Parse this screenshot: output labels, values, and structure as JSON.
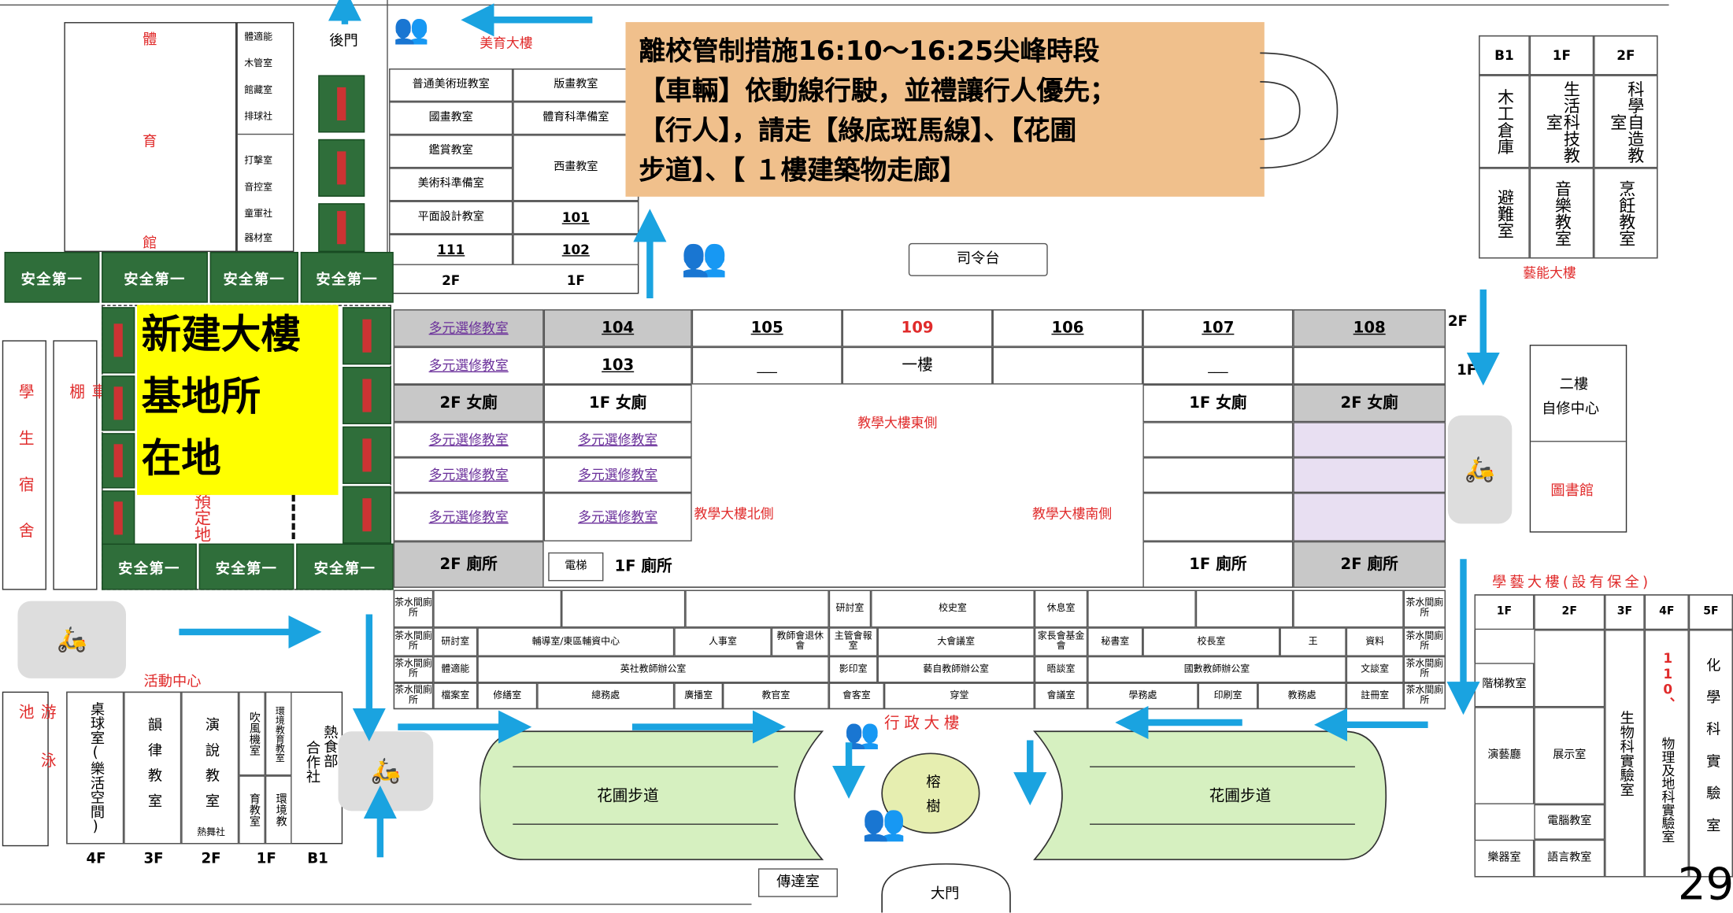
{
  "notice": {
    "line1": "離校管制措施16:10～16:25尖峰時段",
    "line2": "【車輛】依動線行駛，並禮讓行人優先；",
    "line3": "【行人】，請走【綠底斑馬線】、【花圃",
    "line4": "步道】、【 １樓建築物走廊】",
    "bg": "#f0c08c"
  },
  "gym": {
    "c1": "體",
    "c2": "育",
    "c3": "館"
  },
  "gym_rooms": [
    "體適能",
    "木管室",
    "館藏室",
    "排球社",
    "打擊室",
    "音控室",
    "童軍社",
    "器材室"
  ],
  "back_gate": "後門",
  "art_building": "美育大樓",
  "art_rooms": [
    [
      "普通美術班教室",
      "版畫教室"
    ],
    [
      "國畫教室",
      "體育科準備室"
    ],
    [
      "鑑賞教室",
      "西畫教室"
    ],
    [
      "美術科準備室",
      ""
    ],
    [
      "平面設計教室",
      "101"
    ],
    [
      "111",
      "102"
    ],
    [
      "2F",
      "1F"
    ]
  ],
  "safety": "安全第一",
  "zebra_color": "#2f6e3a",
  "new_building": {
    "l1": "新建大樓",
    "l2": "基地所",
    "l3": "在地",
    "bg": "#ffff00",
    "hidden_text": "預定地"
  },
  "dorm": "學生宿舍",
  "shed": "車棚",
  "podium": "司令台",
  "arts_building": {
    "title": "藝能大樓",
    "headers": [
      "B1",
      "1F",
      "2F"
    ],
    "col1": [
      "木工倉庫",
      "避難室"
    ],
    "col2": [
      "生活科技教室",
      "音樂教室"
    ],
    "col3": [
      "科學自造教室",
      "烹飪教室"
    ]
  },
  "teaching": {
    "row1": [
      "多元選修教室",
      "104",
      "105",
      "109",
      "106",
      "107",
      "108"
    ],
    "row2": [
      "多元選修教室",
      "103",
      "___",
      "一樓",
      "",
      "___",
      ""
    ],
    "floor2": "2F",
    "floor1": "1F",
    "wc2f": "2F 女廁",
    "wc1f": "1F 女廁",
    "elective": "多元選修教室",
    "east": "教學大樓東側",
    "north": "教學大樓北側",
    "south": "教學大樓南側",
    "toilet2": "2F 廁所",
    "toilet1": "1F 廁所",
    "elevator": "電梯"
  },
  "library": {
    "floor": "二樓",
    "study": "自修中心",
    "lib": "圖書館"
  },
  "admin": {
    "title": "行政大樓",
    "tea": "茶水間廁所",
    "row1": [
      "研討室",
      "校史室",
      "休息室"
    ],
    "row2": [
      "研討室",
      "輔導室/東區輔資中心",
      "人事室",
      "教師會退休會",
      "主管會報室",
      "大會議室",
      "家長會基金會",
      "秘書室",
      "校長室",
      "王",
      "資料"
    ],
    "row3": [
      "體適能",
      "英社教師辦公室",
      "影印室",
      "藝自教師辦公室",
      "晤談室",
      "國數教師辦公室",
      "文談室"
    ],
    "row4": [
      "檔案室",
      "修繕室",
      "總務處",
      "廣播室",
      "教官室",
      "會客室",
      "穿堂",
      "會議室",
      "學務處",
      "印刷室",
      "教務處",
      "註冊室"
    ]
  },
  "activity": {
    "title": "活動中心",
    "col4f": "桌球室(樂活空間)",
    "col3f": "韻律教室",
    "col2f": "演說教室",
    "col1f_a": "吹風機室",
    "col1f_b": "育教室",
    "colb1_a": "環境教育教室",
    "colb1_b": "環境教",
    "club": "熱舞社",
    "floors": [
      "4F",
      "3F",
      "2F",
      "1F",
      "B1"
    ]
  },
  "pool": "游泳池",
  "coop": {
    "a": "合作社",
    "b": "熱食部"
  },
  "garden": "花圃步道",
  "garden_color": "#d6f0c0",
  "banyan": "榕樹",
  "banyan_color": "#e6eeb0",
  "guard": "傳達室",
  "main_gate": "大門",
  "xueyi": {
    "title": "學藝大樓(設有保全)",
    "headers": [
      "1F",
      "2F",
      "3F",
      "4F",
      "5F"
    ],
    "r1c1": "階梯教室",
    "r2c1": "演藝廳",
    "r2c2": "展示室",
    "r3c2": "電腦教室",
    "r4c1": "樂器室",
    "r4c2": "語言教室",
    "c3": "生物科實驗室",
    "c4": "物理及地科實驗室",
    "c4red": "110、",
    "c5": "化學科實驗室"
  },
  "page_number": "29",
  "arrow_color": "#1aa3e0"
}
